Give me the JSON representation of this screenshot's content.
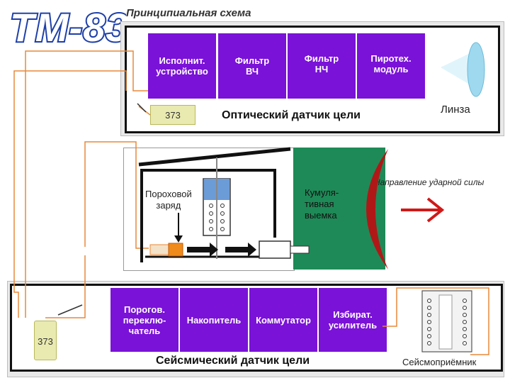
{
  "title": "ТМ-83",
  "subtitle": "Принципиальная схема",
  "optical": {
    "blocks": [
      "Исполнит.\nустройство",
      "Фильтр\nВЧ",
      "Фильтр\nНЧ",
      "Пиротех.\nмодуль"
    ],
    "cap_label": "373",
    "caption": "Оптический датчик цели",
    "lens_label": "Линза"
  },
  "charge": {
    "powder_label": "Пороховой\nзаряд",
    "cumulative_label": "Кумуля-\nтивная\nвыемка",
    "direction_label": "Направление ударной силы"
  },
  "seismic": {
    "blocks": [
      "Порогов.\nпереклю-\nчатель",
      "Накопитель",
      "Коммутатор",
      "Избират.\nусилитель"
    ],
    "cap_label": "373",
    "caption": "Сейсмический датчик цели",
    "receiver_label": "Сейсмоприёмник"
  },
  "colors": {
    "block": "#7a12d8",
    "wire": "#e8893a",
    "liner": "#b01818",
    "explosive": "#1e8a57",
    "arrow": "#d01818"
  }
}
